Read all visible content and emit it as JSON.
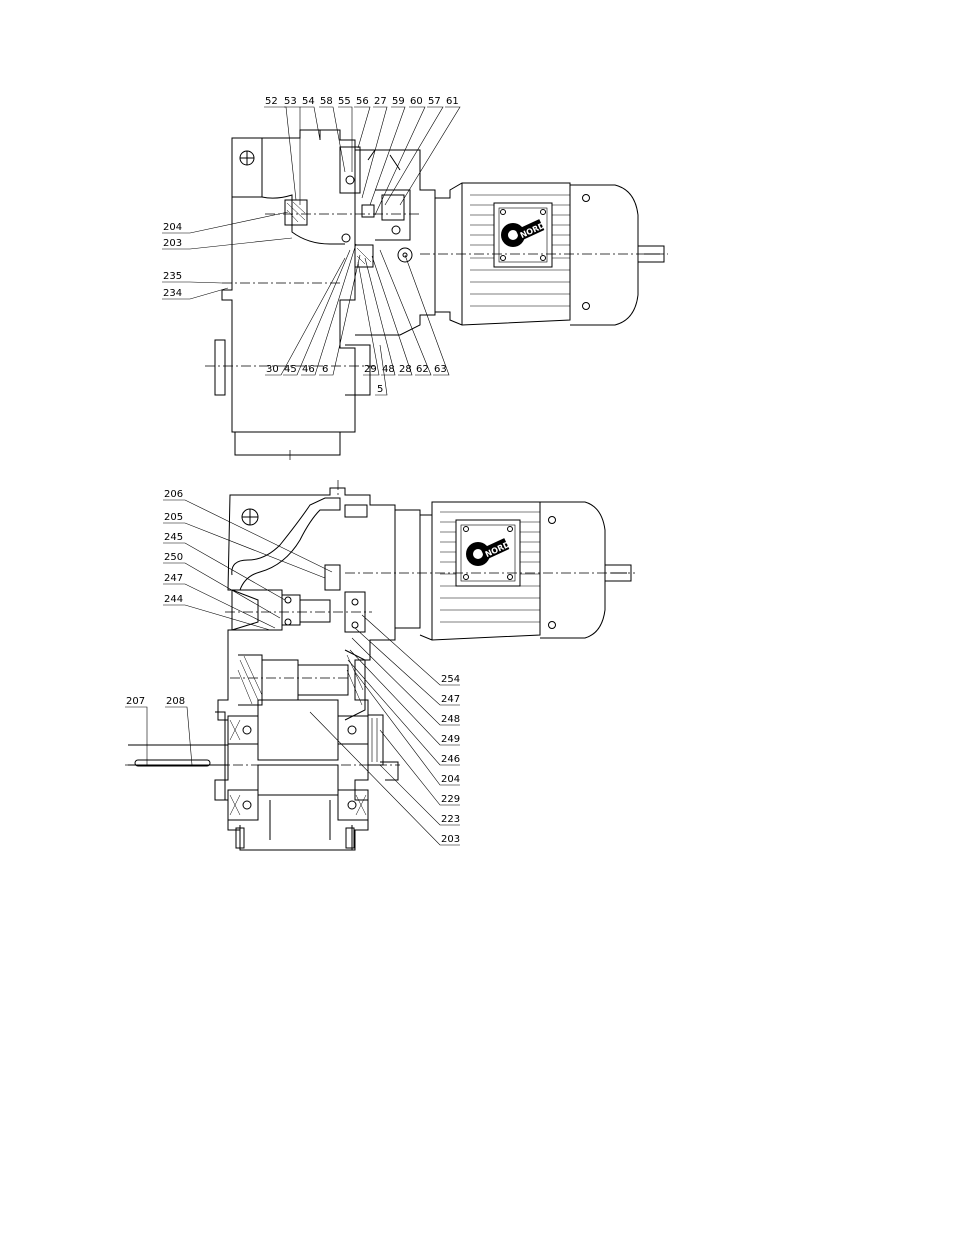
{
  "top_view": {
    "callouts_top": [
      "52",
      "53",
      "54",
      "58",
      "55",
      "56",
      "27",
      "59",
      "60",
      "57",
      "61"
    ],
    "callouts_left": [
      "204",
      "203",
      "235",
      "234"
    ],
    "callouts_bottom": [
      "30",
      "45",
      "46",
      "6",
      "29",
      "48",
      "28",
      "62",
      "63"
    ],
    "callout_below": "5"
  },
  "bottom_view": {
    "callouts_left": [
      "206",
      "205",
      "245",
      "250",
      "247",
      "244"
    ],
    "callouts_shaft": [
      "207",
      "208"
    ],
    "callouts_right": [
      "254",
      "247",
      "248",
      "249",
      "246",
      "204",
      "229",
      "223",
      "203"
    ]
  },
  "logo_text": "NORD"
}
